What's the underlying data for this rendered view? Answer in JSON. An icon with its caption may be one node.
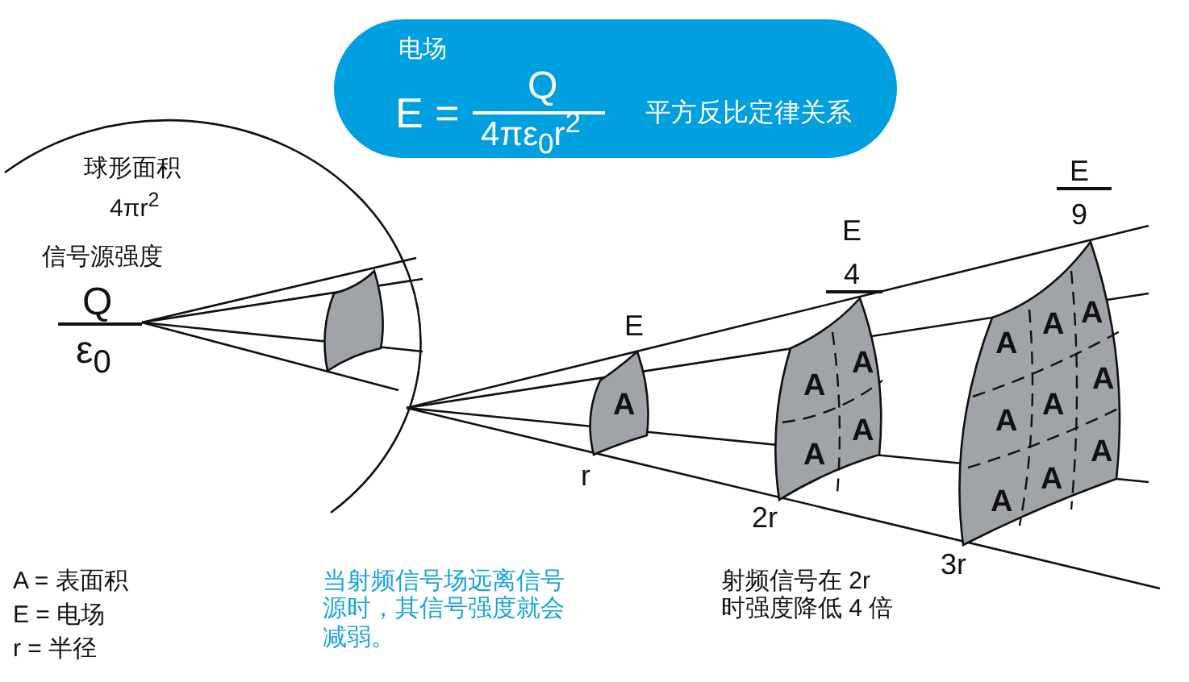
{
  "diagram": {
    "nodes": [
      {
        "text": [
          "电场",
          "E =",
          "Q",
          "4πε$_{0}$r$^{2}$",
          "平方反比定律关系"
        ]
      },
      {
        "text": [
          "A"
        ],
        "beside": [
          "E"
        ]
      },
      {
        "text": [
          "A",
          "A",
          "A",
          "A"
        ],
        "beside": [
          "E",
          "4"
        ]
      },
      {
        "text": [
          "A",
          "A",
          "A",
          "A",
          "A",
          "A",
          "A",
          "A",
          "A"
        ],
        "beside": [
          "E",
          "9"
        ]
      }
    ],
    "labels": [
      "球形面积",
      "4πr$^{2}$",
      "信号源强度",
      "Q",
      "ε$_{0}$",
      "r",
      "2r",
      "3r",
      "A = 表面积",
      "E = 电场",
      "r = 半径",
      "当射频信号场远离信号源时，其信号强度就会减弱。",
      "射频信号在 2r时强度降低 4 倍"
    ]
  }
}
